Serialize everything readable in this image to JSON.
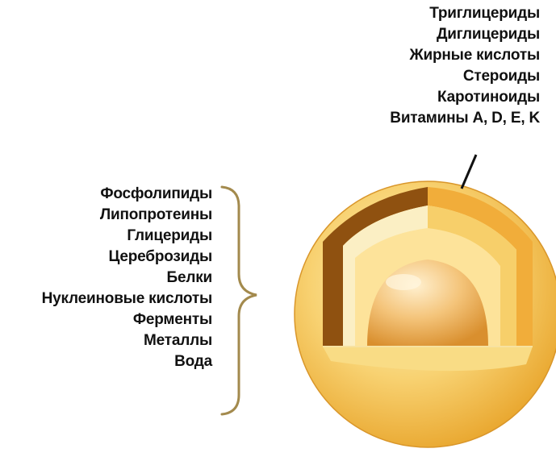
{
  "top_labels": [
    "Триглицериды",
    "Диглицериды",
    "Жирные кислоты",
    "Стероиды",
    "Каротиноиды",
    "Витамины A, D, E, K"
  ],
  "left_labels": [
    "Фосфолипиды",
    "Липопротеины",
    "Глицериды",
    "Цереброзиды",
    "Белки",
    "Нуклеиновые кислоты",
    "Ферменты",
    "Металлы",
    "Вода"
  ],
  "colors": {
    "outer_sphere": "#f6c453",
    "outer_sphere_light": "#fde9a3",
    "shell_dark": "#9a5a12",
    "shell_orange": "#f3b13c",
    "shell_pale": "#fde7a0",
    "core": "#f0b560",
    "brace": "#a38a4d"
  }
}
